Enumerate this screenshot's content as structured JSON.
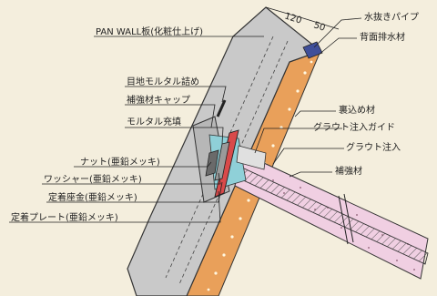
{
  "colors": {
    "background": "#f4eedd",
    "panel": "#c9c9c9",
    "backfill": "#e9a05a",
    "grout": "#f0cfe2",
    "bolt": "#6a6a6a",
    "drain": "#3f4f9a",
    "plate": "#d94a4a",
    "mortar": "#8fd0d8",
    "leader": "#222222"
  },
  "dimensions": {
    "d1": "120",
    "d2": "50"
  },
  "labels": {
    "drain_pipe": "水抜きパイプ",
    "back_drain": "背面排水材",
    "pan_wall": "PAN WALL板(化粧仕上げ)",
    "joint_mortar": "目地モルタル詰め",
    "cap": "補強材キャップ",
    "backfill": "裏込め材",
    "mortar_fill": "モルタル充填",
    "grout_guide": "グラウト注入ガイド",
    "grout_inject": "グラウト注入",
    "nut": "ナット(亜鉛メッキ)",
    "reinforcement": "補強材",
    "washer": "ワッシャー(亜鉛メッキ)",
    "seat": "定着座金(亜鉛メッキ)",
    "plate": "定着プレート(亜鉛メッキ)"
  }
}
